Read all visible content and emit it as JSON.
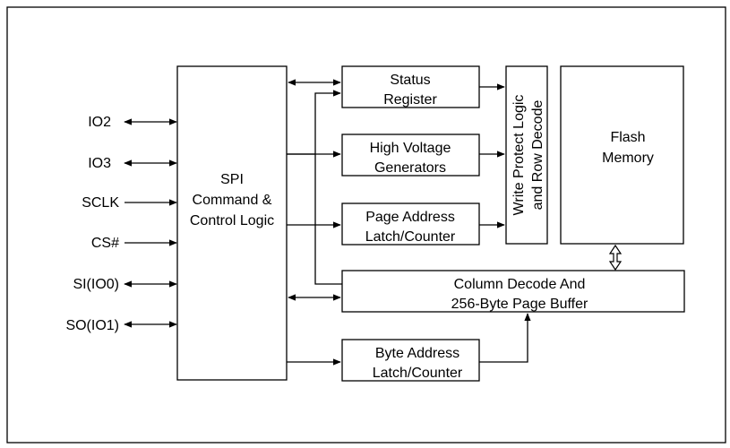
{
  "pins": [
    {
      "label": "IO2"
    },
    {
      "label": "IO3"
    },
    {
      "label": "SCLK"
    },
    {
      "label": "CS#"
    },
    {
      "label": "SI(IO0)"
    },
    {
      "label": "SO(IO1)"
    }
  ],
  "blocks": {
    "spi": {
      "line1": "SPI",
      "line2": "Command &",
      "line3": "Control Logic"
    },
    "status": {
      "line1": "Status",
      "line2": "Register"
    },
    "hv": {
      "line1": "High Voltage",
      "line2": "Generators"
    },
    "page": {
      "line1": "Page Address",
      "line2": "Latch/Counter"
    },
    "wp": {
      "line1": "Write Protect Logic",
      "line2": "and Row Decode"
    },
    "flash": {
      "line1": "Flash",
      "line2": "Memory"
    },
    "column": {
      "line1": "Column Decode And",
      "line2": "256-Byte Page Buffer"
    },
    "byte": {
      "line1": "Byte Address",
      "line2": "Latch/Counter"
    }
  }
}
